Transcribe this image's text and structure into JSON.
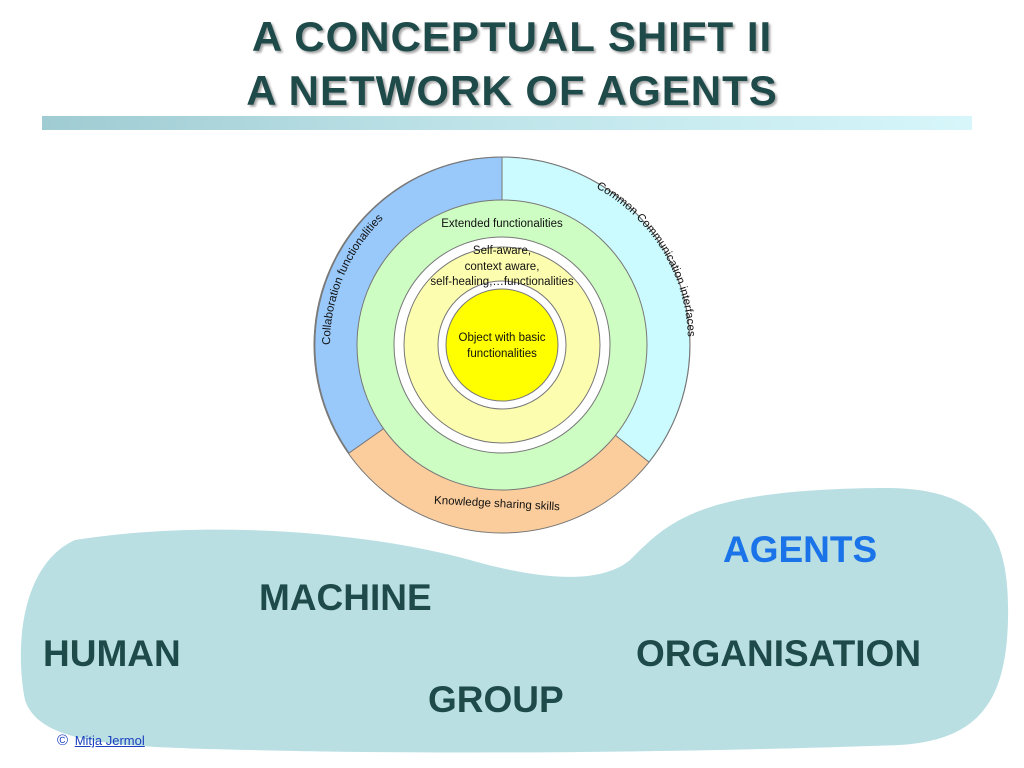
{
  "slide": {
    "title_line1": "A CONCEPTUAL SHIFT II",
    "title_line2": "A NETWORK OF AGENTS"
  },
  "diagram": {
    "ring_collaboration": "Collaboration functionalities",
    "ring_communication": "Common Communication interfaces",
    "ring_knowledge": "Knowledge sharing skills",
    "ring_extended": "Extended functionalities",
    "ring_self_line1": "Self-aware,",
    "ring_self_line2": "context aware,",
    "ring_self_line3": "self-healing,…functionalities",
    "core_line1": "Object with basic",
    "core_line2": "functionalities"
  },
  "blob": {
    "agents": "AGENTS",
    "machine": "MACHINE",
    "human": "HUMAN",
    "organisation": "ORGANISATION",
    "group": "GROUP"
  },
  "footer": {
    "copyright_symbol": "©",
    "author": "Mitja Jermol"
  },
  "colors": {
    "title": "#1e4a4a",
    "blob_fill": "#b9dfe3",
    "agents_text": "#1a73e8",
    "collaboration_fill": "#99c9fb",
    "communication_fill": "#ccfbff",
    "knowledge_fill": "#fbcd9c",
    "extended_fill": "#cdfdc3",
    "self_aware_fill": "#fdfdb0",
    "core_fill": "#ffff00"
  }
}
